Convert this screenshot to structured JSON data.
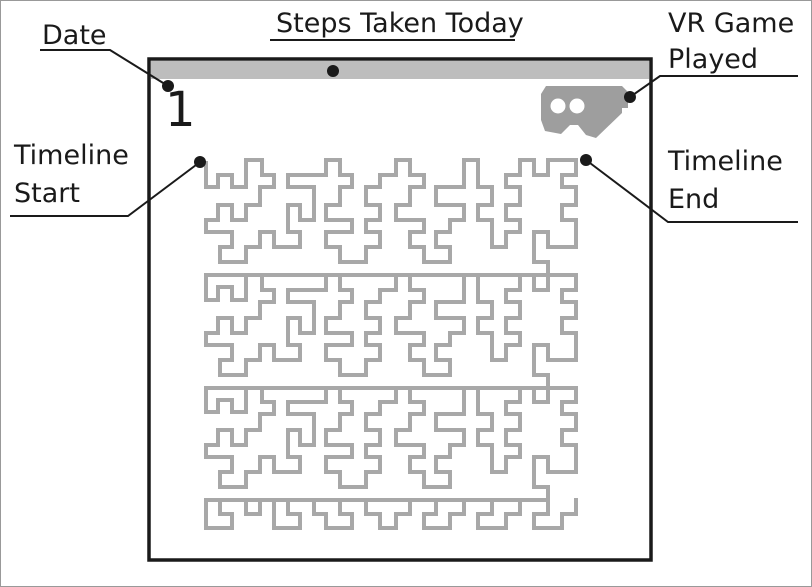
{
  "labels": {
    "date": "Date",
    "steps": "Steps Taken Today",
    "vr_line1": "VR Game",
    "vr_line2": "Played",
    "start_line1": "Timeline",
    "start_line2": "Start",
    "end_line1": "Timeline",
    "end_line2": "End"
  },
  "card": {
    "date_value": "1",
    "steps_bar_fill": 1.0,
    "vr_icon": "vr-headset-icon"
  },
  "colors": {
    "frame": "#1a1a1a",
    "bar": "#bdbdbd",
    "path": "#a8a8a8",
    "icon": "#9e9e9e",
    "text": "#1a1a1a"
  }
}
